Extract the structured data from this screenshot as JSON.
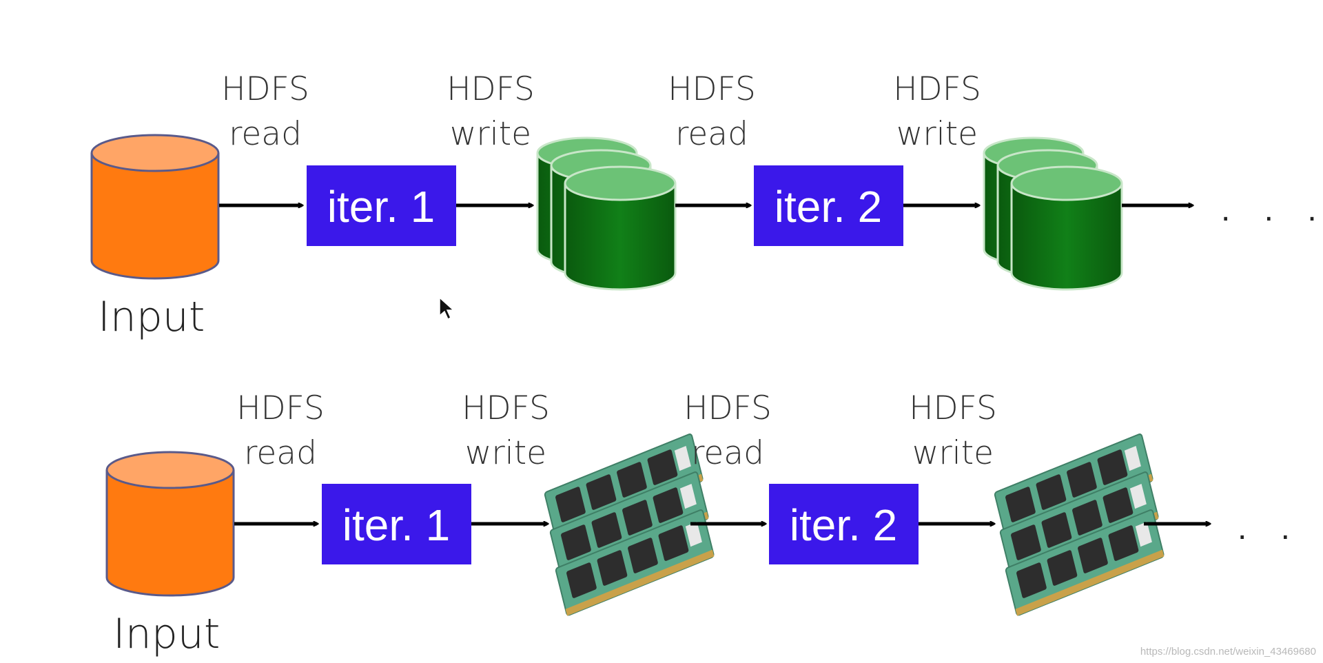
{
  "rows": [
    {
      "input_label": "Input",
      "labels": [
        {
          "line1": "HDFS",
          "line2": "read"
        },
        {
          "line1": "HDFS",
          "line2": "write"
        },
        {
          "line1": "HDFS",
          "line2": "read"
        },
        {
          "line1": "HDFS",
          "line2": "write"
        }
      ],
      "iterations": [
        "iter. 1",
        "iter. 2"
      ],
      "storage": "disk-stack",
      "continuation": ". . ."
    },
    {
      "input_label": "Input",
      "labels": [
        {
          "line1": "HDFS",
          "line2": "read"
        },
        {
          "line1": "HDFS",
          "line2": "write"
        },
        {
          "line1": "HDFS",
          "line2": "read"
        },
        {
          "line1": "HDFS",
          "line2": "write"
        }
      ],
      "iterations": [
        "iter. 1",
        "iter. 2"
      ],
      "storage": "memory-stack",
      "continuation": ". . ."
    }
  ],
  "watermark": "https://blog.csdn.net/weixin_43469680",
  "colors": {
    "input_fill": "#ff7a10",
    "input_top": "#ffa566",
    "input_stroke": "#5a5a8a",
    "iter_box": "#3b18ea",
    "disk_fill": "#0e6e12",
    "disk_top": "#6cc276",
    "ram_board": "#5aa88a",
    "ram_chip": "#2d2d2d",
    "ram_pins": "#c9a14a"
  },
  "icons": {
    "input": "database-cylinder-icon",
    "disk": "disk-cylinder-icon",
    "memory": "ram-module-icon",
    "arrow": "arrow-right-icon",
    "cursor": "mouse-pointer-icon"
  }
}
